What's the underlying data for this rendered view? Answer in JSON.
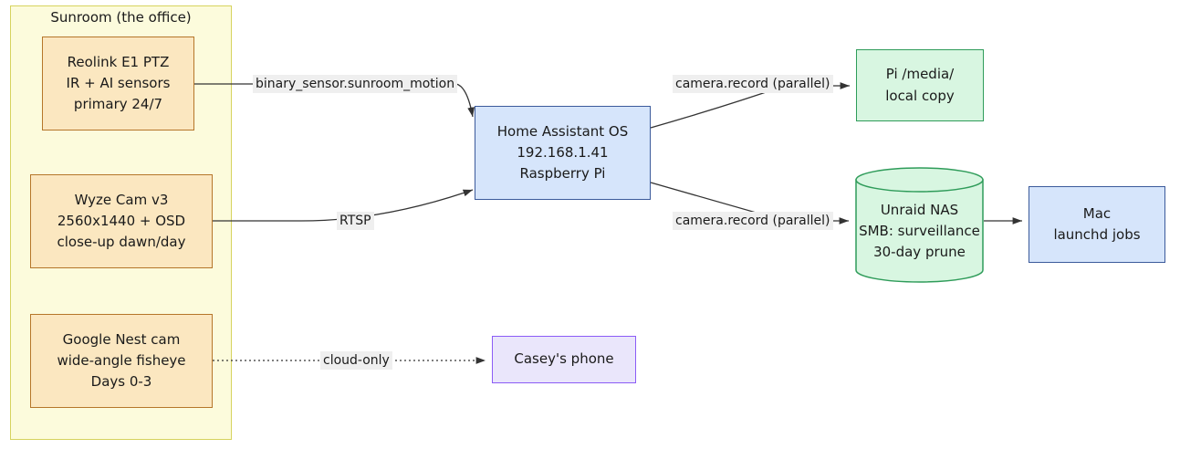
{
  "diagram": {
    "title_visible": false,
    "group": {
      "label": "Sunroom (the office)",
      "fill": "#fcfbdc",
      "stroke": "#d6d35e"
    },
    "nodes": {
      "reolink": {
        "lines": [
          "Reolink E1 PTZ",
          "IR + AI sensors",
          "primary 24/7"
        ],
        "fill": "#fbe7c0",
        "stroke": "#b5762a",
        "shape": "rect"
      },
      "wyze": {
        "lines": [
          "Wyze Cam v3",
          "2560x1440 + OSD",
          "close-up dawn/day"
        ],
        "fill": "#fbe7c0",
        "stroke": "#b5762a",
        "shape": "rect"
      },
      "nest": {
        "lines": [
          "Google Nest cam",
          "wide-angle fisheye",
          "Days 0-3"
        ],
        "fill": "#fbe7c0",
        "stroke": "#b5762a",
        "shape": "rect"
      },
      "home_assistant": {
        "lines": [
          "Home Assistant OS",
          "192.168.1.41",
          "Raspberry Pi"
        ],
        "fill": "#d6e5fb",
        "stroke": "#3b5a9b",
        "shape": "rect"
      },
      "pi_media": {
        "lines": [
          "Pi /media/",
          "local copy"
        ],
        "fill": "#d8f6e1",
        "stroke": "#2f9c5a",
        "shape": "rect"
      },
      "unraid_nas": {
        "lines": [
          "Unraid NAS",
          "SMB: surveillance",
          "30-day prune"
        ],
        "fill": "#d8f6e1",
        "stroke": "#2f9c5a",
        "shape": "cylinder"
      },
      "mac": {
        "lines": [
          "Mac",
          "launchd jobs"
        ],
        "fill": "#d6e5fb",
        "stroke": "#3b5a9b",
        "shape": "rect"
      },
      "casey_phone": {
        "lines": [
          "Casey's phone"
        ],
        "fill": "#eae6fb",
        "stroke": "#8b5cf6",
        "shape": "rect"
      }
    },
    "edge_labels": {
      "motion": "binary_sensor.sunroom_motion",
      "rtsp": "RTSP",
      "record_top": "camera.record (parallel)",
      "record_bottom": "camera.record (parallel)",
      "cloud_only": "cloud-only"
    },
    "edges": [
      {
        "from": "reolink",
        "to": "home_assistant",
        "label": "binary_sensor.sunroom_motion",
        "style": "solid"
      },
      {
        "from": "wyze",
        "to": "home_assistant",
        "label": "RTSP",
        "style": "solid"
      },
      {
        "from": "home_assistant",
        "to": "pi_media",
        "label": "camera.record (parallel)",
        "style": "solid"
      },
      {
        "from": "home_assistant",
        "to": "unraid_nas",
        "label": "camera.record (parallel)",
        "style": "solid"
      },
      {
        "from": "unraid_nas",
        "to": "mac",
        "label": "",
        "style": "solid"
      },
      {
        "from": "nest",
        "to": "casey_phone",
        "label": "cloud-only",
        "style": "dotted"
      }
    ]
  }
}
